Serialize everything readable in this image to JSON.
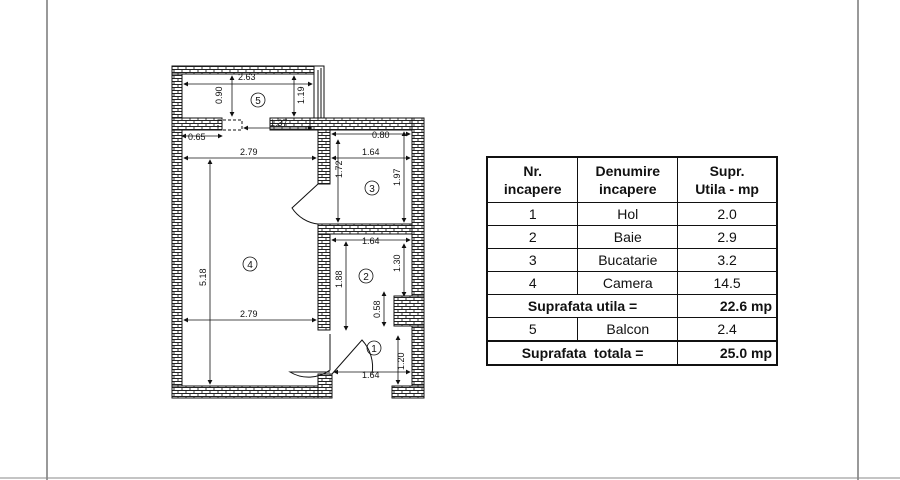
{
  "plan": {
    "rooms": [
      {
        "id": "1",
        "label": "1"
      },
      {
        "id": "2",
        "label": "2"
      },
      {
        "id": "3",
        "label": "3"
      },
      {
        "id": "4",
        "label": "4"
      },
      {
        "id": "5",
        "label": "5"
      }
    ],
    "dimensions": {
      "balcony_width": "2.63",
      "balcony_depth_left": "0.90",
      "balcony_depth_right": "1.19",
      "balcony_door": "1.37",
      "wall_offset": "0.65",
      "camera_width_top": "2.79",
      "camera_width_mid": "2.79",
      "camera_length": "5.18",
      "kitchen_door_offset": "0.80",
      "kitchen_width": "1.64",
      "kitchen_depth_left": "1.72",
      "kitchen_depth_right": "1.97",
      "bath_width": "1.64",
      "bath_depth_left": "1.88",
      "bath_depth_right": "1.30",
      "bath_offset": "0.58",
      "hall_width": "1.64",
      "hall_depth": "1.20"
    }
  },
  "table": {
    "headers": {
      "nr": [
        "Nr.",
        "incapere"
      ],
      "name": [
        "Denumire",
        "incapere"
      ],
      "area": [
        "Supr.",
        "Utila - mp"
      ]
    },
    "rows": [
      {
        "nr": "1",
        "name": "Hol",
        "area": "2.0"
      },
      {
        "nr": "2",
        "name": "Baie",
        "area": "2.9"
      },
      {
        "nr": "3",
        "name": "Bucatarie",
        "area": "3.2"
      },
      {
        "nr": "4",
        "name": "Camera",
        "area": "14.5"
      }
    ],
    "useful_label": "Suprafata utila =",
    "useful_value": "22.6 mp",
    "balcony_row": {
      "nr": "5",
      "name": "Balcon",
      "area": "2.4"
    },
    "total_label": "Suprafata  totala =",
    "total_value": "25.0 mp"
  }
}
